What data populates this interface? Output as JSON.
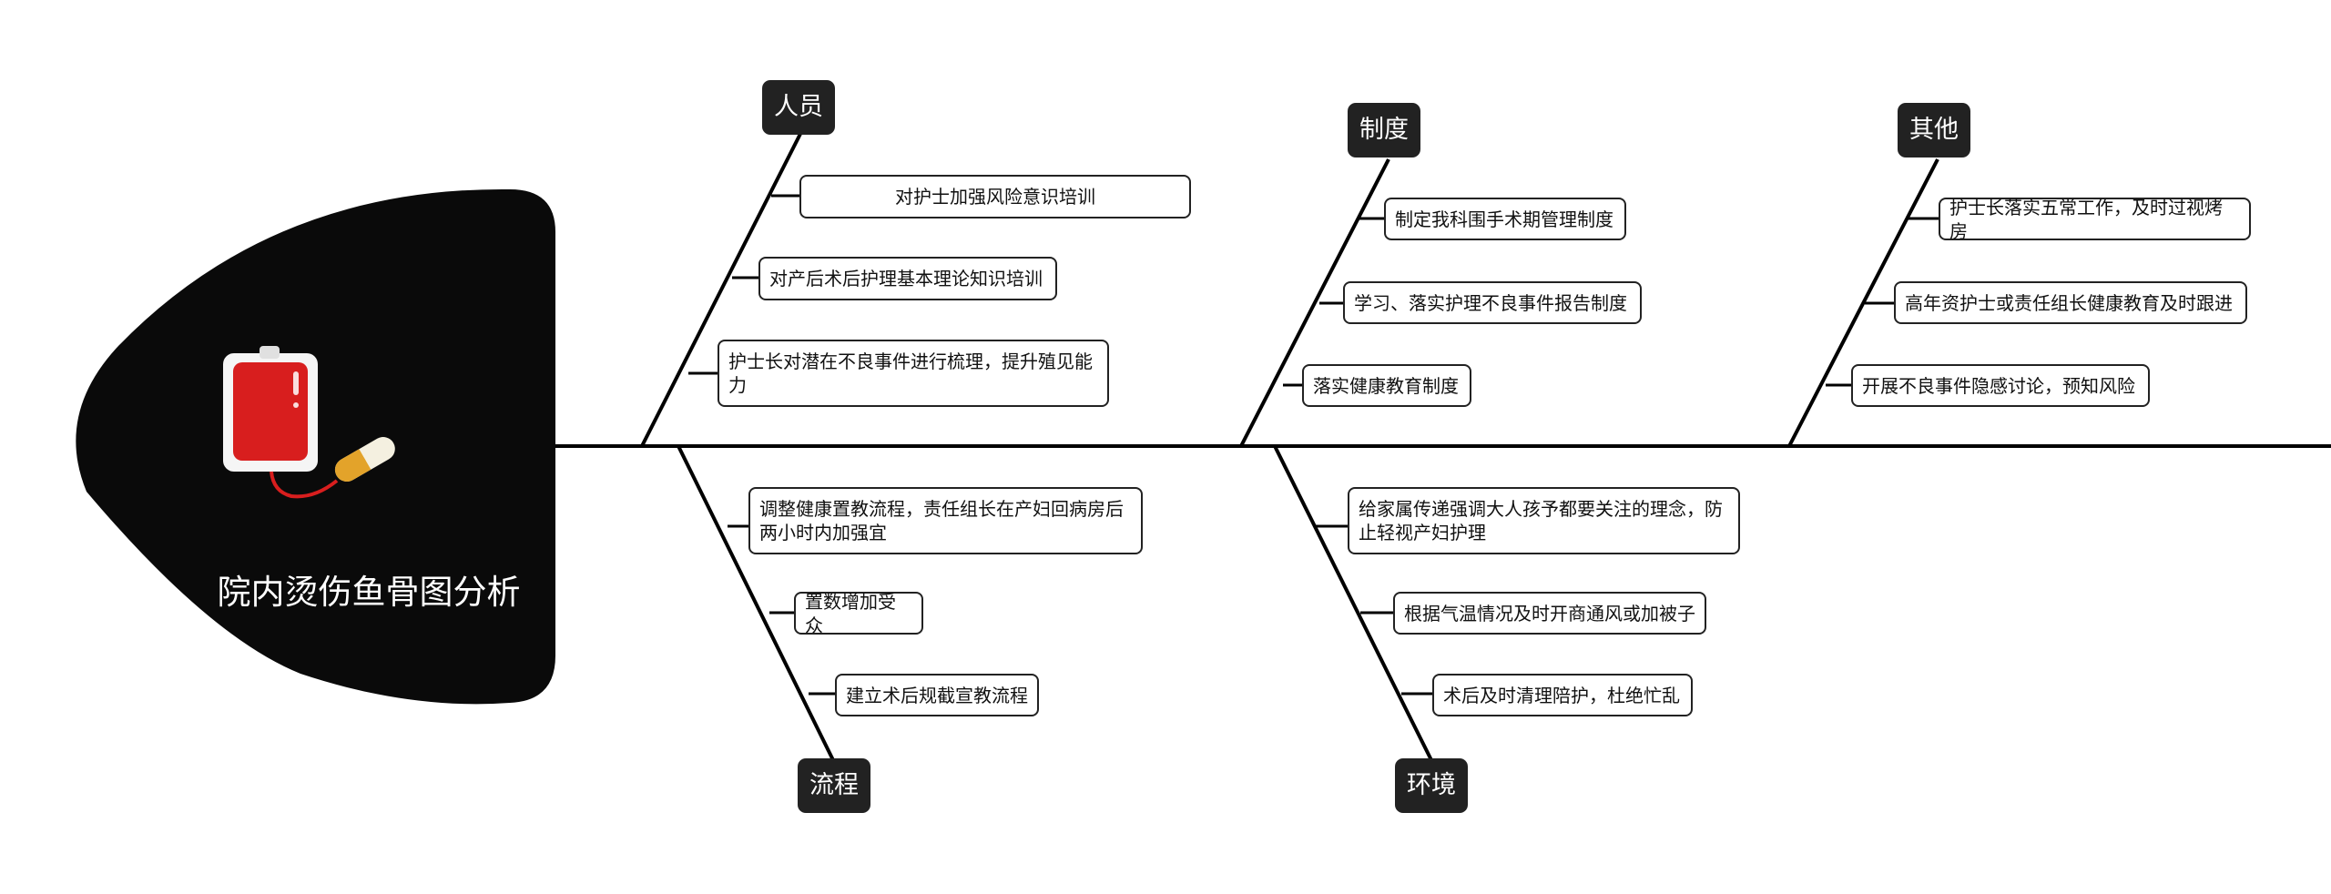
{
  "title": "院内烫伤鱼骨图分析",
  "icons": {
    "head_icon": "blood-bag-and-pill-icon"
  },
  "colors": {
    "spine": "#000000",
    "head": "#0a0a0a",
    "category_bg": "#222222",
    "node_border": "#222222"
  },
  "categories": {
    "personnel": {
      "label": "人员",
      "causes": [
        "对护士加强风险意识培训",
        "对产后术后护理基本理论知识培训",
        "护士长对潜在不良事件进行梳理，提升殖见能力"
      ]
    },
    "system": {
      "label": "制度",
      "causes": [
        "制定我科围手术期管理制度",
        "学习、落实护理不良事件报告制度",
        "落实健康教育制度"
      ]
    },
    "other": {
      "label": "其他",
      "causes": [
        "护士长落实五常工作，及时过视烤房",
        "高年资护士或责任组长健康教育及时跟进",
        "开展不良事件隐感讨论，预知风险"
      ]
    },
    "process": {
      "label": "流程",
      "causes": [
        "调整健康置教流程，责任组长在产妇回病房后两小时内加强宜",
        "置数增加受众",
        "建立术后规截宣教流程"
      ]
    },
    "environment": {
      "label": "环境",
      "causes": [
        "给家属传递强调大人孩予都要关注的理念，防止轻视产妇护理",
        "根据气温情况及时开商通风或加被子",
        "术后及时清理陪护，杜绝忙乱"
      ]
    }
  }
}
